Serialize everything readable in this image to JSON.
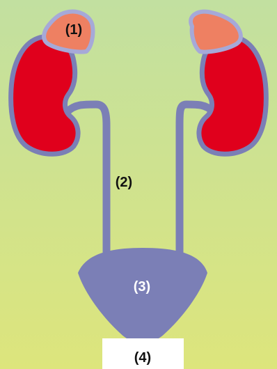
{
  "labels": {
    "gland": "(1)",
    "ureter": "(2)",
    "bladder": "(3)",
    "urethra": "(4)"
  },
  "colors": {
    "background_top": "#c2e0a0",
    "background_bottom": "#dde57c",
    "kidney_fill": "#e0001c",
    "outline": "#7b7fb6",
    "gland_fill": "#ee8062",
    "gland_rim": "#a6a9d8",
    "bladder_fill": "#7b7fb6",
    "label_dark": "#111111",
    "label_light": "#ffffff",
    "label_box": "#ffffff"
  }
}
